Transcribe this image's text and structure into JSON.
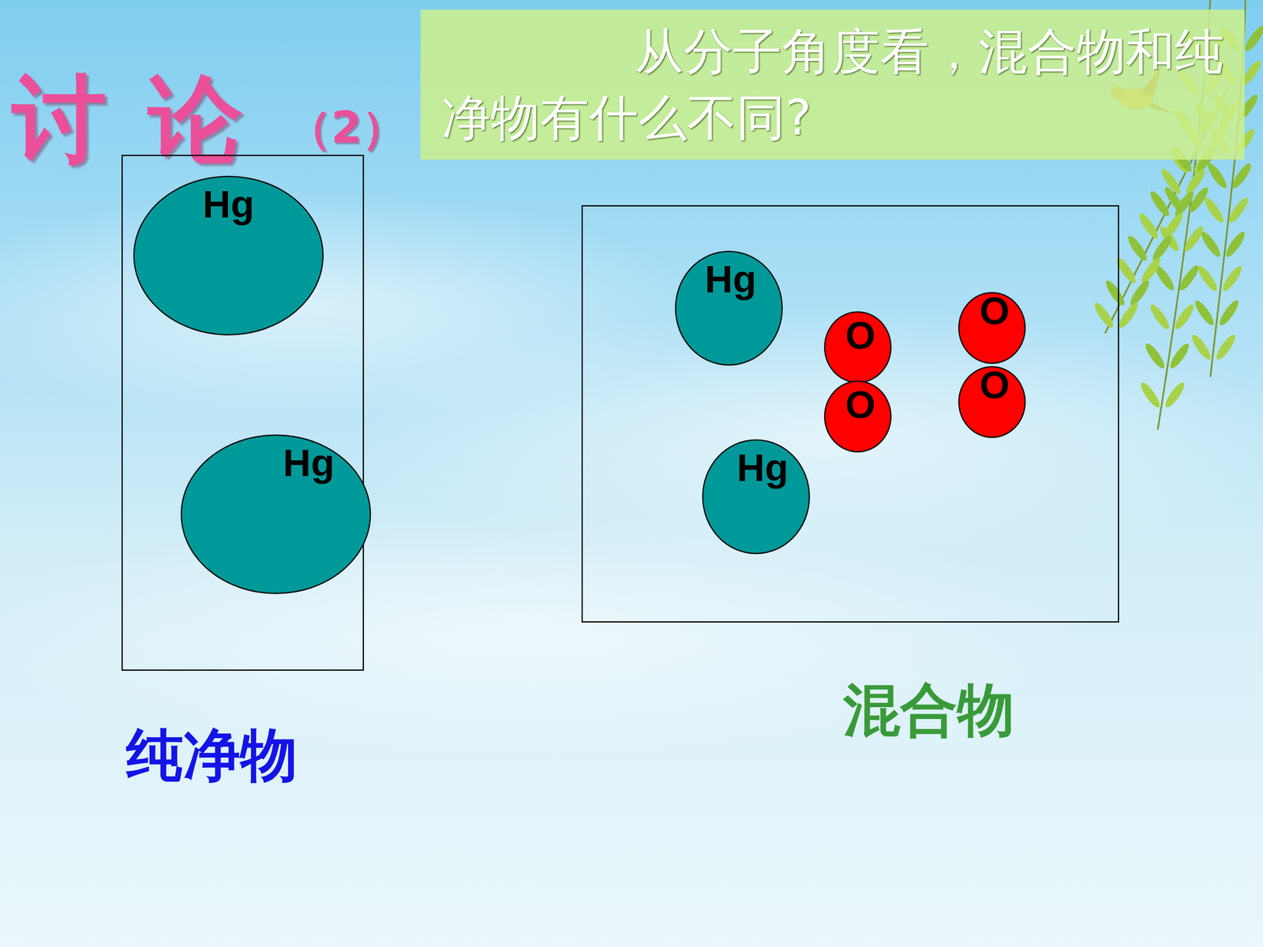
{
  "diagram": {
    "title": "讨 论",
    "nodes": [
      {
        "text": [
          "从分子角度看，混合物和纯净物有什么不同?"
        ]
      },
      {
        "text": [
          "纯净物"
        ]
      },
      {
        "text": [
          "Hg"
        ],
        "in": 1
      },
      {
        "text": [
          "Hg"
        ],
        "in": 1
      },
      {
        "text": [
          "混合物"
        ]
      },
      {
        "text": [
          "Hg"
        ],
        "in": 4
      },
      {
        "text": [
          "O"
        ],
        "in": 4
      },
      {
        "text": [
          "O"
        ],
        "in": 4
      },
      {
        "text": [
          "O"
        ],
        "in": 4
      },
      {
        "text": [
          "O"
        ],
        "in": 4
      },
      {
        "text": [
          "Hg"
        ],
        "in": 4
      }
    ],
    "labels": [
      "（2）"
    ]
  }
}
